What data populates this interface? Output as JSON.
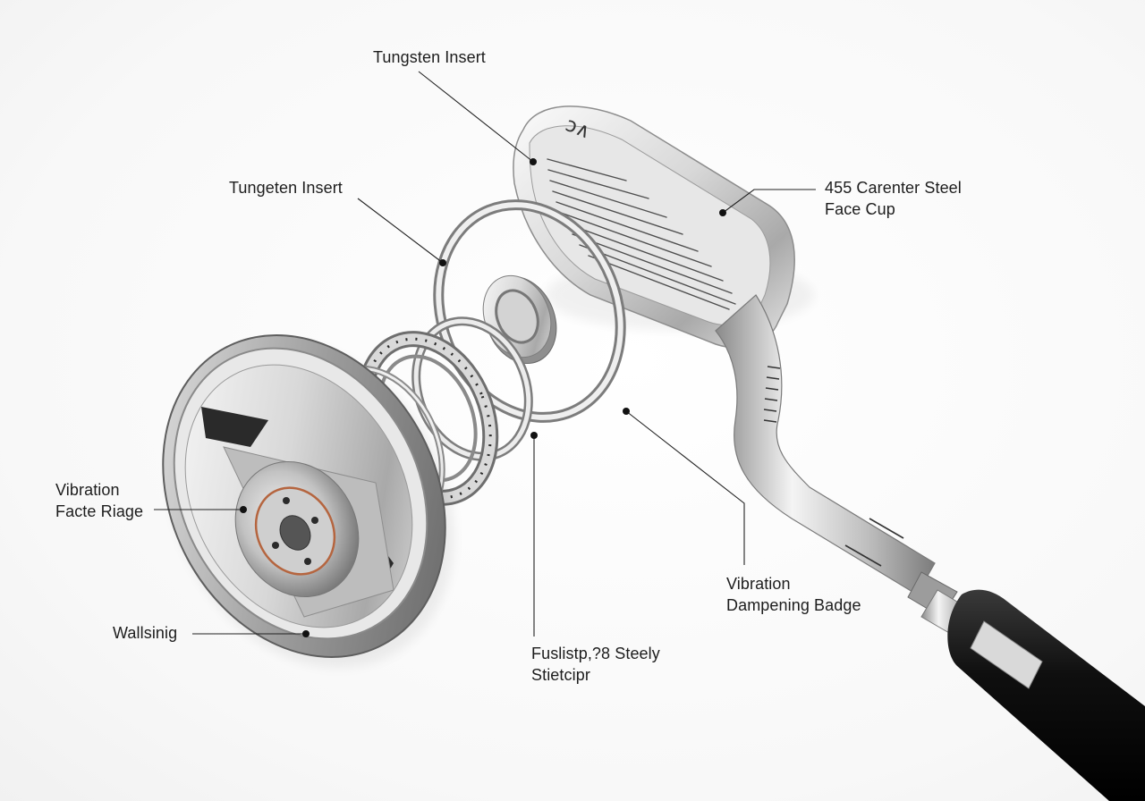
{
  "labels": {
    "top_insert": "Tungsten Insert",
    "mid_insert": "Tungeten Insert",
    "face_cup": [
      "455 Carenter Steel",
      "Face Cup"
    ],
    "ridge": [
      "Vibration",
      "Facte Riage"
    ],
    "wall": "Wallsinig",
    "stiffener": [
      "Fuslistp,?8 Steely",
      "Stietcipr"
    ],
    "badge": [
      "Vibration",
      "Dampening Badge"
    ]
  },
  "club_marks": {
    "face_logo": "ɔ∧"
  },
  "colors": {
    "background": "#ffffff",
    "leader": "#222222",
    "steel_light": "#f2f2f2",
    "steel_mid": "#b8b8b8",
    "steel_dark": "#6e6e6e",
    "grip_black": "#111111",
    "accent_copper": "#b5653f"
  }
}
